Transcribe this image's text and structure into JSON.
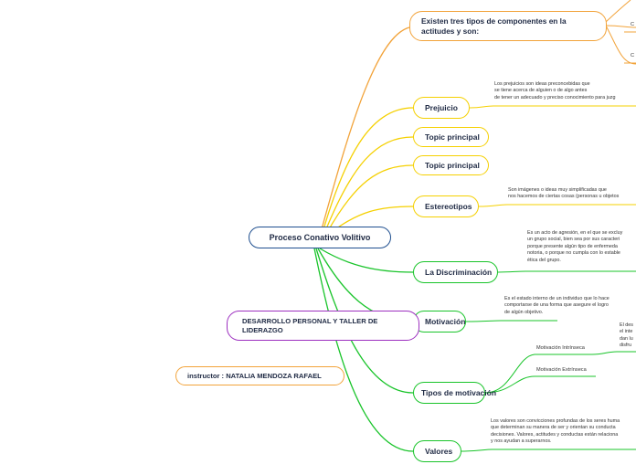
{
  "central": "Proceso Conativo Volitivo",
  "top_node": "Existen tres tipos de componentes en la actitudes y son:",
  "branches": {
    "prejuicio": "Prejuicio",
    "topic1": "Topic principal",
    "topic2": "Topic principal",
    "estereotipos": "Estereotipos",
    "discriminacion": "La Discriminación",
    "motivacion": "Motivación",
    "tipos": "Tipos de motivación",
    "valores": "Valores"
  },
  "notes": {
    "prejuicio": "Los prejuicios son ideas preconcebidas que\nse tiene acerca de alguien o de algo antes\nde tener un adecuado y preciso conocimiento para juzg",
    "estereotipos": "Son imágenes o ideas muy simplificadas que\nnos hacemos de ciertas cosas (personas u objetos",
    "discriminacion": "Es un acto de agresión, en el que se excluy\nun grupo social, bien sea por sus caracteri\nporque presente algún tipo de enfermeda\nnotoria, o porque no cumpla con lo estable\nética del grupo.",
    "motivacion": "Es el estado interno de un individuo que lo hace\ncomportarse de una forma que asegure el logro\nde algún objetivo.",
    "intrinseca_detail": "El des\nel inte\ndan lu\ndisfru",
    "valores": "Los valores son convicciones profundas de los seres huma\nque determinan su manera de ser y orientan su conducta\ndecisiones. Valores, actitudes y conductas están relaciona\ny nos ayudan a superarnos."
  },
  "subtopics": {
    "intrinseca": "Motivación Intrínseca",
    "extrinseca": "Motivación Extrínseca"
  },
  "top_right_fragments": [
    "C",
    "C"
  ],
  "floating": {
    "desarrollo": "DESARROLLO PERSONAL Y TALLER DE LIDERAZGO",
    "instructor": "instructor : NATALIA MENDOZA RAFAEL"
  },
  "colors": {
    "orange": "#f2a33a",
    "yellow": "#f5d000",
    "green": "#19c42a",
    "purple": "#9c2fbf",
    "navy": "#1f4f8f"
  }
}
